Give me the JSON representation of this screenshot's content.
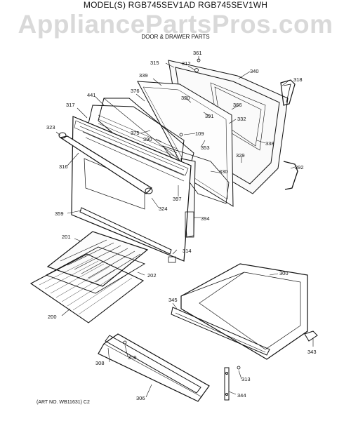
{
  "header": {
    "model_line": "MODEL(S) RGB745SEV1AD RGB745SEV1WH",
    "watermark": "AppliancePartsPros.com",
    "section_title": "DOOR & DRAWER PARTS"
  },
  "footer": {
    "art_number": "(ART NO. WB11631) C2"
  },
  "parts": {
    "p361": "361",
    "p312": "312",
    "p315": "315",
    "p340": "340",
    "p318": "318",
    "p339": "339",
    "p320": "320",
    "p366": "366",
    "p376": "376",
    "p391": "391",
    "p332": "332",
    "p441": "441",
    "p317": "317",
    "p375": "375",
    "p109": "109",
    "p390": "390",
    "p353": "353",
    "p338": "338",
    "p323": "323",
    "p329": "329",
    "p392": "392",
    "p316": "316",
    "p330": "330",
    "p397": "397",
    "p324": "324",
    "p394": "394",
    "p359": "359",
    "p314": "314",
    "p201": "201",
    "p300": "300",
    "p202": "202",
    "p345": "345",
    "p200": "200",
    "p343": "343",
    "p308": "308",
    "p309": "309",
    "p313": "313",
    "p306": "306",
    "p344": "344"
  }
}
